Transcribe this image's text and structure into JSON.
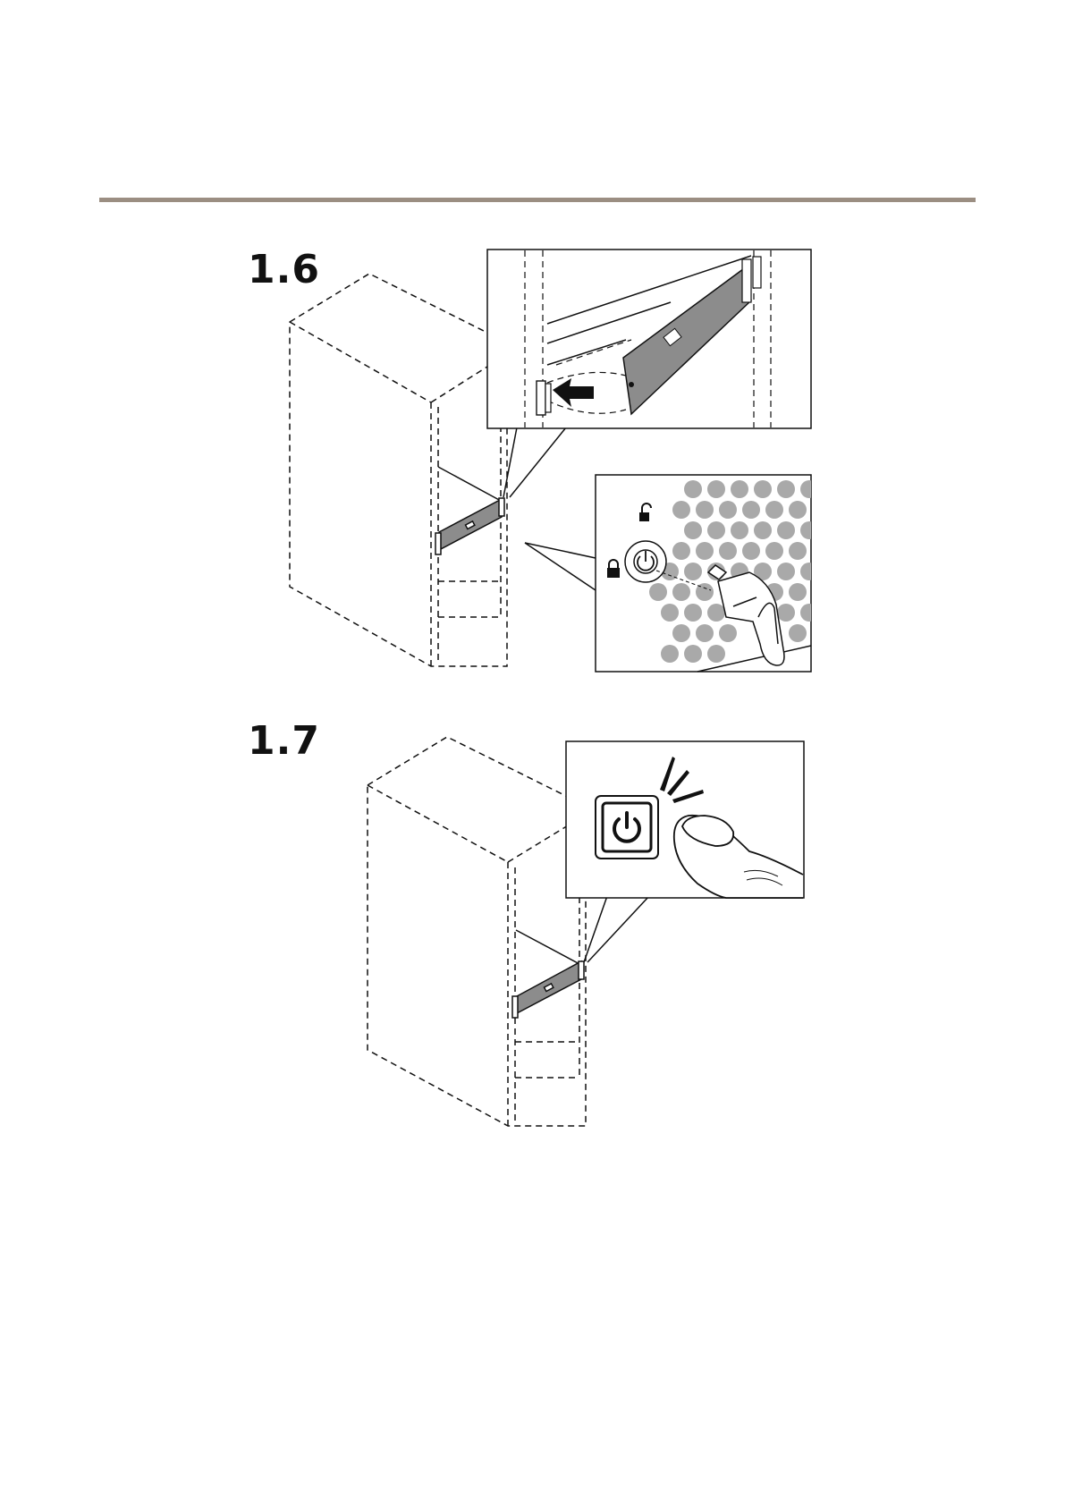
{
  "page": {
    "divider_color": "#9b8e82"
  },
  "steps": [
    {
      "label": "1.6",
      "illustration": "rack-front-bezel-lock-illustration"
    },
    {
      "label": "1.7",
      "illustration": "rack-power-button-illustration"
    }
  ],
  "icons": {
    "arrow": "push-arrow-icon",
    "lock_open": "unlocked-padlock-icon",
    "lock_closed": "locked-padlock-icon",
    "power": "power-icon",
    "finger": "finger-press-icon"
  },
  "colors": {
    "line": "#111111",
    "bezel_fill": "#8c8c8c",
    "dot_fill": "#a9a9a9"
  }
}
